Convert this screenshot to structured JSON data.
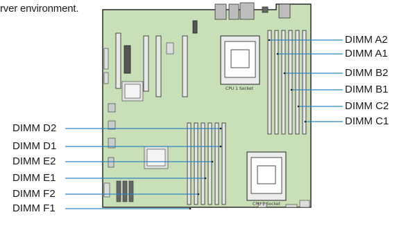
{
  "caption": "rver environment.",
  "sockets": {
    "cpu1": "CPU 1 Socket",
    "cpu2": "CPU 2 Socket"
  },
  "dimm_labels_right": [
    "DIMM A2",
    "DIMM A1",
    "DIMM B2",
    "DIMM B1",
    "DIMM C2",
    "DIMM C1"
  ],
  "dimm_labels_left": [
    "DIMM D2",
    "DIMM D1",
    "DIMM E2",
    "DIMM E1",
    "DIMM F2",
    "DIMM F1"
  ],
  "colors": {
    "board": "#c9dfb8",
    "leader_line": "#2c84c4",
    "slot": "#4a4a4a",
    "board_edge": "#2a2a2a"
  }
}
